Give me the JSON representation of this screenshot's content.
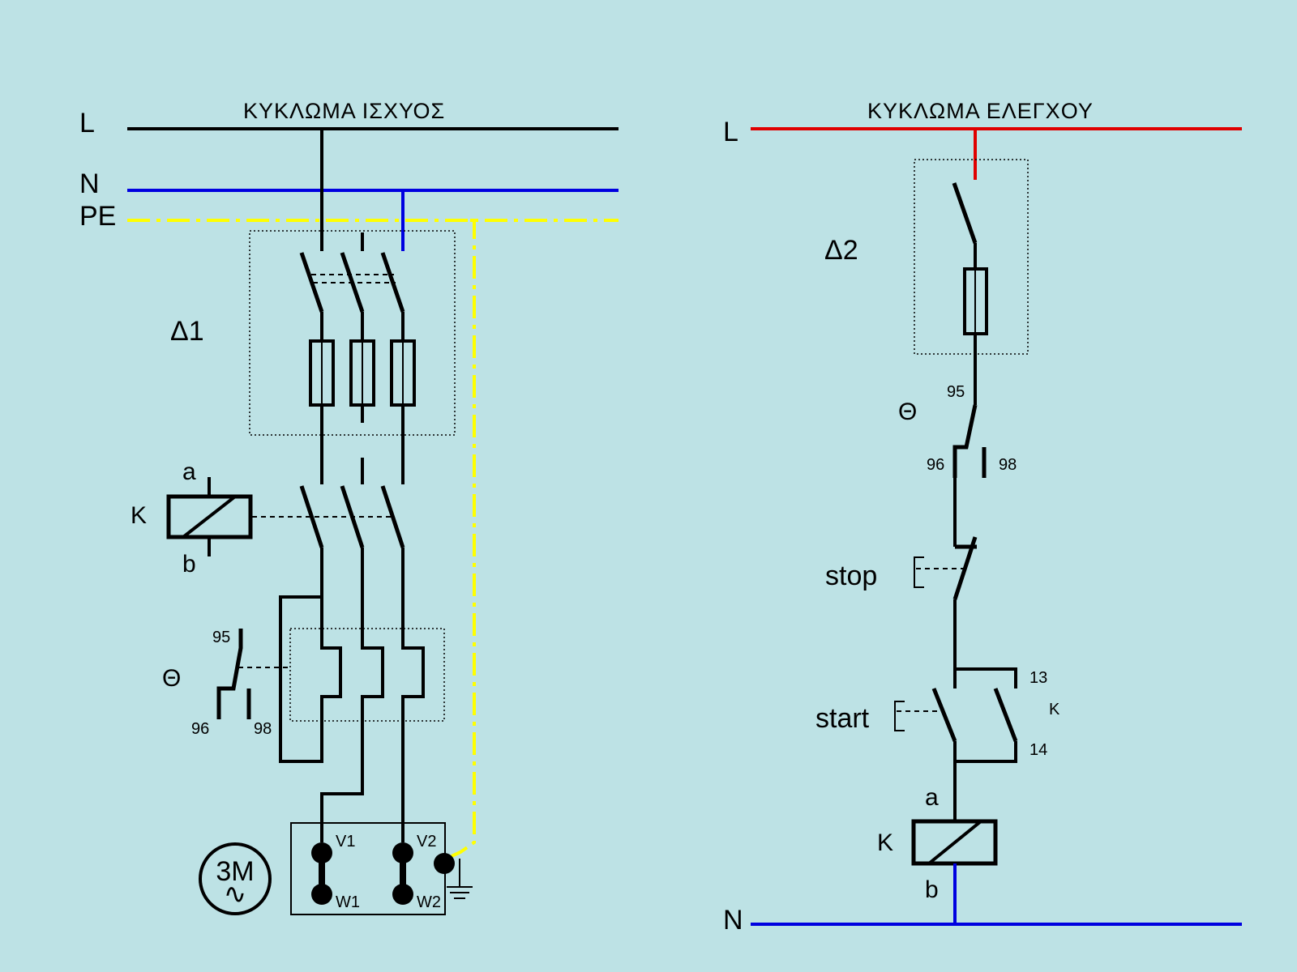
{
  "colors": {
    "background": "#bde2e5",
    "live": "#000000",
    "control_live": "#e00000",
    "neutral": "#0000e0",
    "earth": "#ffff00"
  },
  "power_circuit": {
    "title": "ΚΥΚΛΩΜΑ ΙΣΧΥΟΣ",
    "bus_L": "L",
    "bus_N": "N",
    "bus_PE": "PE",
    "breaker": "Δ1",
    "contactor": "K",
    "contactor_a": "a",
    "contactor_b": "b",
    "overload": "Θ",
    "overload_95": "95",
    "overload_96": "96",
    "overload_98": "98",
    "motor": "3M",
    "motor_ac": "∿",
    "term_v1": "V1",
    "term_v2": "V2",
    "term_w1": "W1",
    "term_w2": "W2"
  },
  "control_circuit": {
    "title": "ΚΥΚΛΩΜΑ ΕΛΕΓΧΟΥ",
    "bus_L": "L",
    "bus_N": "N",
    "breaker": "Δ2",
    "overload": "Θ",
    "overload_95": "95",
    "overload_96": "96",
    "overload_98": "98",
    "stop": "stop",
    "start": "start",
    "aux_13": "13",
    "aux_14": "14",
    "aux_k": "K",
    "coil": "K",
    "coil_a": "a",
    "coil_b": "b"
  }
}
